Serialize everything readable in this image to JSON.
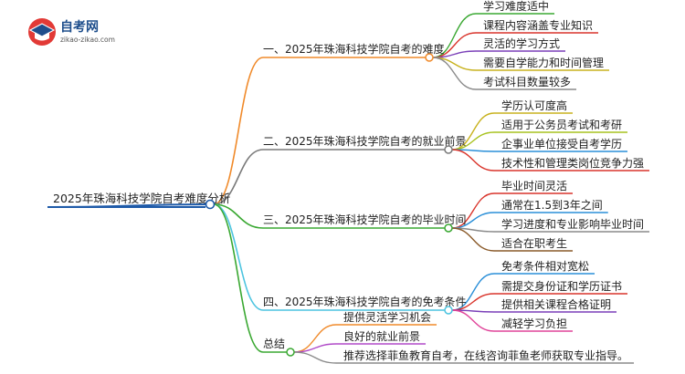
{
  "logo": {
    "name": "自考网",
    "url": "zikao-zikao.com",
    "colors": {
      "red": "#e23a36",
      "blue": "#1e4e8c"
    }
  },
  "root": {
    "label": "2025年珠海科技学院自考难度分析",
    "color": "#1e5aa8"
  },
  "branches": [
    {
      "label": "一、2025年珠海科技学院自考的难度",
      "color": "#f08a2a",
      "children": [
        {
          "label": "学习难度适中",
          "color": "#3aa832"
        },
        {
          "label": "课程内容涵盖专业知识",
          "color": "#d9342b"
        },
        {
          "label": "灵活的学习方式",
          "color": "#7a3fb8"
        },
        {
          "label": "需要自学能力和时间管理",
          "color": "#c8b21e"
        },
        {
          "label": "考试科目数量较多",
          "color": "#8a8a8a"
        }
      ]
    },
    {
      "label": "二、2025年珠海科技学院自考的就业前景",
      "color": "#7a7a7a",
      "children": [
        {
          "label": "学历认可度高",
          "color": "#c8b21e"
        },
        {
          "label": "适用于公务员考试和考研",
          "color": "#a7c21e"
        },
        {
          "label": "企事业单位接受自考学历",
          "color": "#2a8fd8"
        },
        {
          "label": "技术性和管理类岗位竞争力强",
          "color": "#d9342b"
        }
      ]
    },
    {
      "label": "三、2025年珠海科技学院自考的毕业时间",
      "color": "#3aa832",
      "children": [
        {
          "label": "毕业时间灵活",
          "color": "#d9342b"
        },
        {
          "label": "通常在1.5到3年之间",
          "color": "#2a8fd8"
        },
        {
          "label": "学习进度和专业影响毕业时间",
          "color": "#8a8a8a"
        },
        {
          "label": "适合在职考生",
          "color": "#8a5a2a"
        }
      ]
    },
    {
      "label": "四、2025年珠海科技学院自考的免考条件",
      "color": "#4cc4e0",
      "children": [
        {
          "label": "免考条件相对宽松",
          "color": "#2a8fd8"
        },
        {
          "label": "需提交身份证和学历证书",
          "color": "#d9342b"
        },
        {
          "label": "提供相关课程合格证明",
          "color": "#7a3fb8"
        },
        {
          "label": "减轻学习负担",
          "color": "#e0459a"
        }
      ]
    },
    {
      "label": "总结",
      "color": "#3aa832",
      "children": [
        {
          "label": "提供灵活学习机会",
          "color": "#f08a2a"
        },
        {
          "label": "良好的就业前景",
          "color": "#b04ac8"
        },
        {
          "label": "推荐选择菲鱼教育自考，在线咨询菲鱼老师获取专业指导。",
          "color": "#8a8a8a"
        }
      ]
    }
  ]
}
